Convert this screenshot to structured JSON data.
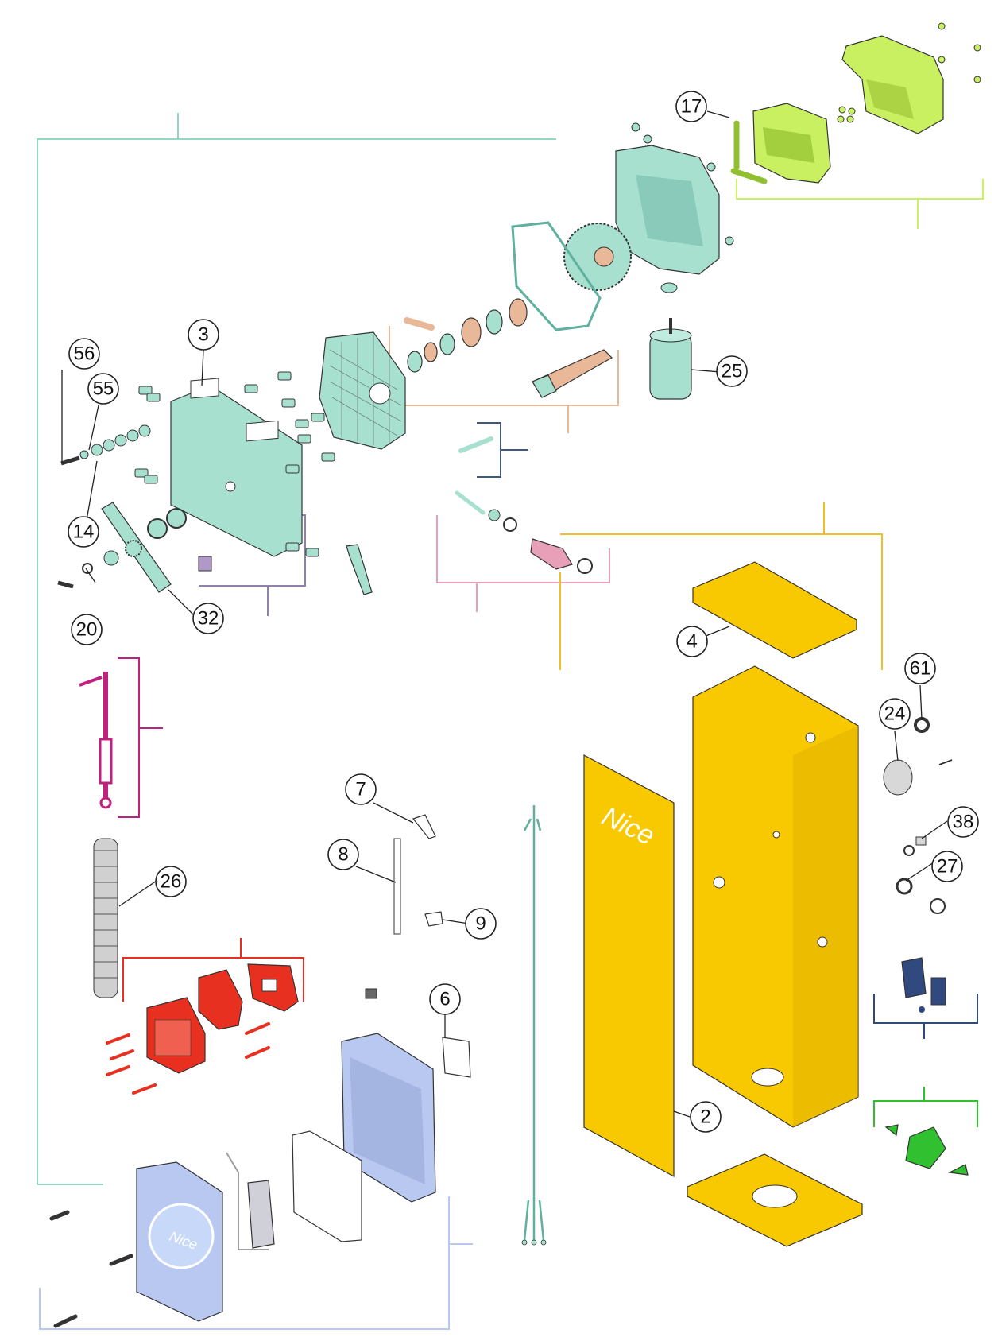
{
  "diagram": {
    "brand_logo": "Nice",
    "callouts": [
      {
        "id": "callout-17",
        "label": "17"
      },
      {
        "id": "callout-3",
        "label": "3"
      },
      {
        "id": "callout-56",
        "label": "56"
      },
      {
        "id": "callout-55",
        "label": "55"
      },
      {
        "id": "callout-14",
        "label": "14"
      },
      {
        "id": "callout-20",
        "label": "20"
      },
      {
        "id": "callout-32",
        "label": "32"
      },
      {
        "id": "callout-25",
        "label": "25"
      },
      {
        "id": "callout-4",
        "label": "4"
      },
      {
        "id": "callout-61",
        "label": "61"
      },
      {
        "id": "callout-24",
        "label": "24"
      },
      {
        "id": "callout-38",
        "label": "38"
      },
      {
        "id": "callout-27",
        "label": "27"
      },
      {
        "id": "callout-7",
        "label": "7"
      },
      {
        "id": "callout-8",
        "label": "8"
      },
      {
        "id": "callout-9",
        "label": "9"
      },
      {
        "id": "callout-26",
        "label": "26"
      },
      {
        "id": "callout-6",
        "label": "6"
      },
      {
        "id": "callout-2",
        "label": "2"
      }
    ],
    "colors": {
      "gearbox_teal": "#a8e0d0",
      "cover_lime": "#c8f060",
      "cabinet_yellow": "#f8c800",
      "battery_red": "#e83020",
      "controlbox_blue": "#b8c8f0",
      "limit_navy": "#304a80",
      "end_green": "#30c030",
      "spring_grey": "#d0d0d0",
      "tensioner_magenta": "#c02080",
      "bracket_line_teal": "#90d8c0",
      "bracket_line_orange": "#e8b898",
      "bracket_line_pink": "#e8a0b8",
      "bracket_line_purple": "#9080b0",
      "bracket_line_gold": "#f0c020"
    }
  }
}
